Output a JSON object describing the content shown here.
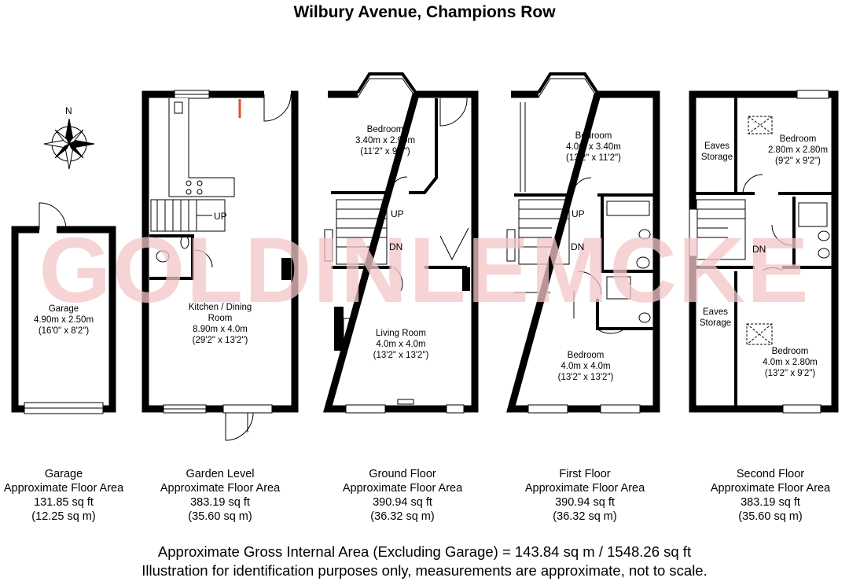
{
  "title": "Wilbury Avenue, Champions Row",
  "watermark": "GOLDINLEMCKE",
  "compass": "N",
  "plans": {
    "garage": {
      "room": {
        "name": "Garage",
        "size_m": "4.90m x 2.50m",
        "size_ft": "(16'0\" x 8'2\")"
      },
      "caption": {
        "name": "Garage",
        "label": "Approximate Floor Area",
        "sqft": "131.85 sq ft",
        "sqm": "(12.25 sq m)"
      }
    },
    "garden": {
      "up": "UP",
      "room": {
        "name_line1": "Kitchen / Dining",
        "name_line2": "Room",
        "size_m": "8.90m x 4.0m",
        "size_ft": "(29'2\" x 13'2\")"
      },
      "caption": {
        "name": "Garden Level",
        "label": "Approximate Floor Area",
        "sqft": "383.19 sq ft",
        "sqm": "(35.60 sq m)"
      }
    },
    "ground": {
      "up": "UP",
      "dn": "DN",
      "bedroom": {
        "name": "Bedroom",
        "size_m": "3.40m x 2.90m",
        "size_ft": "(11'2\" x 9'6\")"
      },
      "living": {
        "name": "Living Room",
        "size_m": "4.0m x 4.0m",
        "size_ft": "(13'2\" x 13'2\")"
      },
      "caption": {
        "name": "Ground Floor",
        "label": "Approximate Floor Area",
        "sqft": "390.94 sq ft",
        "sqm": "(36.32 sq m)"
      }
    },
    "first": {
      "up": "UP",
      "dn": "DN",
      "bedroom_front": {
        "name": "Bedroom",
        "size_m": "4.0m x 3.40m",
        "size_ft": "(13'2\" x 11'2\")"
      },
      "bedroom_rear": {
        "name": "Bedroom",
        "size_m": "4.0m x 4.0m",
        "size_ft": "(13'2\" x 13'2\")"
      },
      "caption": {
        "name": "First Floor",
        "label": "Approximate Floor Area",
        "sqft": "390.94 sq ft",
        "sqm": "(36.32 sq m)"
      }
    },
    "second": {
      "dn": "DN",
      "eaves1": {
        "line1": "Eaves",
        "line2": "Storage"
      },
      "eaves2": {
        "line1": "Eaves",
        "line2": "Storage"
      },
      "bedroom_front": {
        "name": "Bedroom",
        "size_m": "2.80m x 2.80m",
        "size_ft": "(9'2\" x 9'2\")"
      },
      "bedroom_rear": {
        "name": "Bedroom",
        "size_m": "4.0m x 2.80m",
        "size_ft": "(13'2\" x 9'2\")"
      },
      "caption": {
        "name": "Second Floor",
        "label": "Approximate Floor Area",
        "sqft": "383.19 sq ft",
        "sqm": "(35.60 sq m)"
      }
    }
  },
  "footer": {
    "line1": "Approximate Gross Internal Area (Excluding Garage) = 143.84 sq m / 1548.26 sq ft",
    "line2": "Illustration for identification purposes only, measurements are approximate, not to scale."
  },
  "colors": {
    "wall": "#000000",
    "watermark_red": "#f4c6c9",
    "watermark_blue": "#d9e8f6",
    "accent_red": "#e0502a"
  }
}
